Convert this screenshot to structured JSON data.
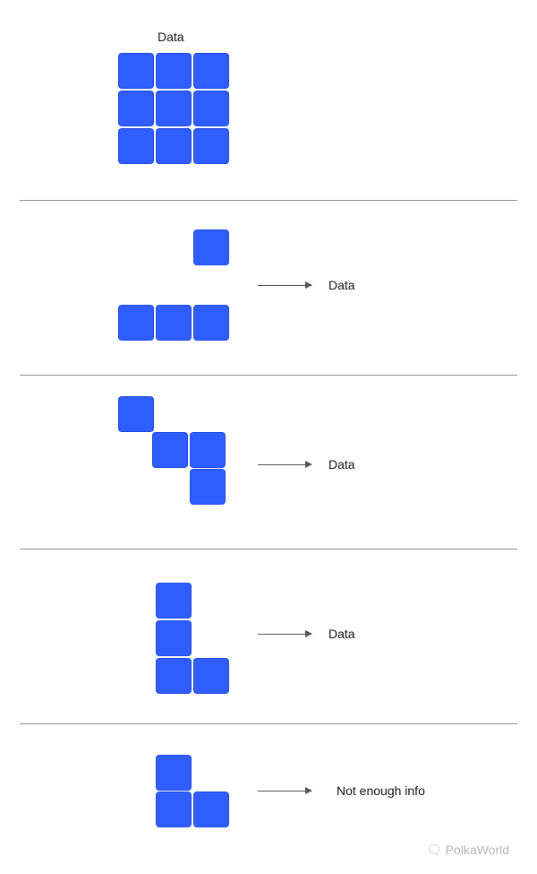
{
  "title": "Data",
  "rows": [
    {
      "result": "Data"
    },
    {
      "result": "Data"
    },
    {
      "result": "Data"
    },
    {
      "result": "Not enough info"
    }
  ],
  "watermark": "PolkaWorld",
  "colors": {
    "block": "#2f5dff",
    "divider": "#8a8a8a"
  }
}
